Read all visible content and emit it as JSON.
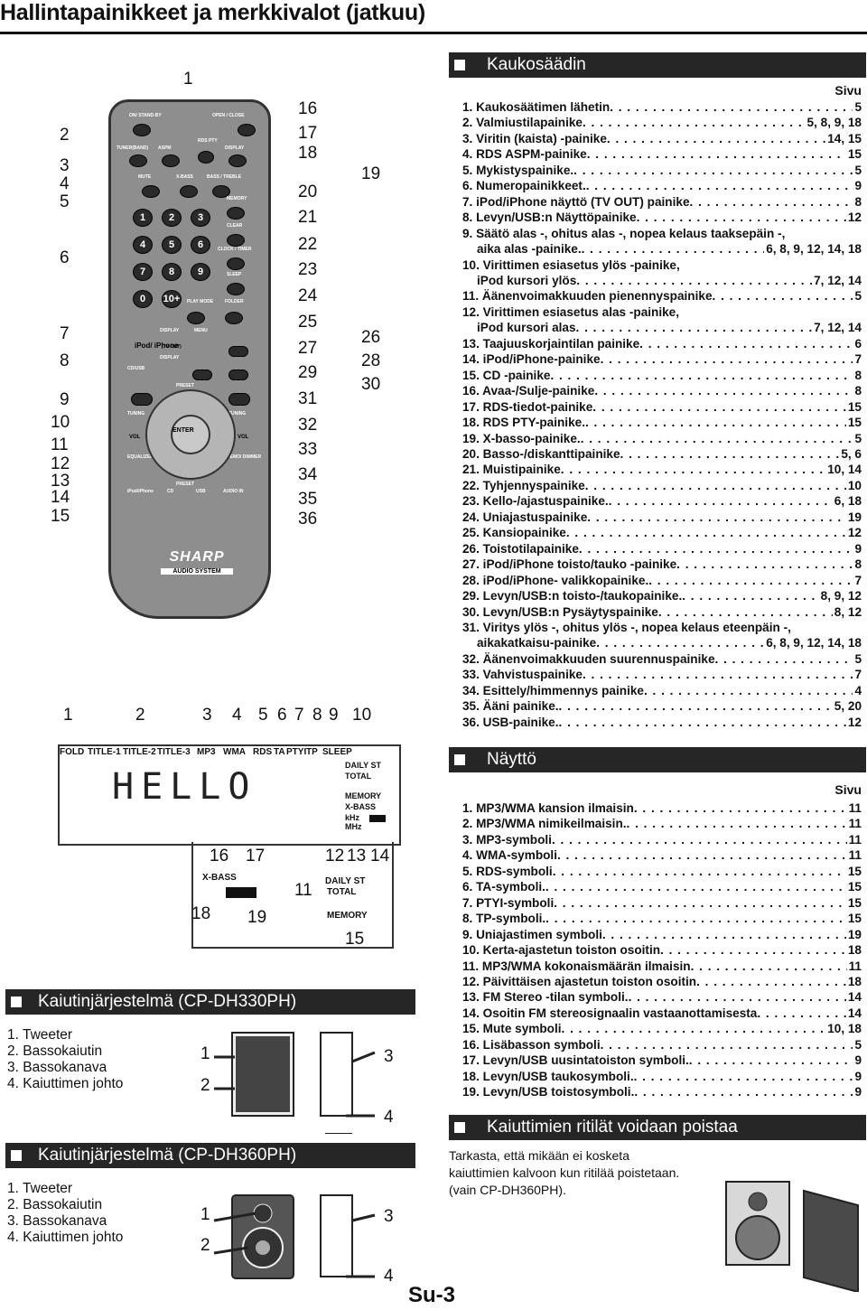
{
  "page_title": "Hallintapainikkeet ja merkkivalot (jatkuu)",
  "footer": "Su-3",
  "remote": {
    "brand": "SHARP",
    "brand_sub": "AUDIO SYSTEM",
    "button_labels": [
      "ON/ STAND-BY",
      "OPEN / CLOSE",
      "RDS PTY",
      "TUNER(BAND)",
      "ASPM",
      "DISPLAY",
      "MUTE",
      "X-BASS",
      "BASS / TREBLE",
      "MEMORY",
      "CLEAR",
      "CLOCK / TIMER",
      "SLEEP",
      "PLAY MODE",
      "FOLDER",
      "DISPLAY",
      "MENU",
      "iPod/ iPhone",
      "(TV OUT)",
      "DISPLAY",
      "CD/USB",
      "PRESET",
      "TUNING",
      "TUNING",
      "VOL",
      "ENTER",
      "VOL",
      "EQUALIZER MODE",
      "DEMO/ DIMMER",
      "PRESET",
      "iPod/iPhone",
      "CD",
      "USB",
      "AUDIO IN"
    ],
    "number_keys": [
      "1",
      "2",
      "3",
      "4",
      "5",
      "6",
      "7",
      "8",
      "9",
      "0",
      "10+"
    ],
    "callouts_top": "1",
    "callouts_left": [
      "2",
      "3",
      "4",
      "5",
      "6",
      "7",
      "8",
      "9",
      "10",
      "11",
      "12",
      "13",
      "14",
      "15"
    ],
    "callouts_right": [
      "16",
      "17",
      "18",
      "20",
      "21",
      "22",
      "23",
      "24",
      "25",
      "27",
      "29",
      "31",
      "32",
      "33",
      "34",
      "35",
      "36"
    ],
    "callouts_far": [
      "19",
      "26",
      "28",
      "30"
    ]
  },
  "display": {
    "callouts_top": [
      "1",
      "2",
      "3",
      "4",
      "5",
      "6",
      "7",
      "8",
      "9",
      "10"
    ],
    "indicators": [
      "FOLD",
      "TITLE-1",
      "TITLE-2",
      "TITLE-3",
      "MP3",
      "WMA",
      "RDS",
      "TA",
      "PTYI",
      "TP",
      "SLEEP"
    ],
    "right_labels": [
      "DAILY ST",
      "TOTAL",
      "MEMORY",
      "X-BASS",
      "kHz",
      "MHz"
    ],
    "lcd_text": "HELLO",
    "callouts_bottom": [
      "16",
      "17",
      "12",
      "13",
      "14",
      "18",
      "19",
      "11",
      "15"
    ],
    "detail_labels": [
      "X-BASS",
      "DAILY ST",
      "TOTAL",
      "MEMORY"
    ]
  },
  "kaukosaadin": {
    "heading": "Kaukosäädin",
    "sivu": "Sivu",
    "items": [
      {
        "label": "1. Kaukosäätimen lähetin",
        "page": "5"
      },
      {
        "label": "2. Valmiustilapainike",
        "page": "5, 8, 9, 18"
      },
      {
        "label": "3. Viritin (kaista) -painike",
        "page": "14, 15"
      },
      {
        "label": "4. RDS ASPM-painike",
        "page": "15"
      },
      {
        "label": "5. Mykistyspainike.",
        "page": "5"
      },
      {
        "label": "6. Numeropainikkeet.",
        "page": "9"
      },
      {
        "label": "7. iPod/iPhone näyttö (TV OUT) painike",
        "page": "8"
      },
      {
        "label": "8. Levyn/USB:n Näyttöpainike",
        "page": "12"
      },
      {
        "label": "9. Säätö alas -, ohitus alas -, nopea kelaus taaksepäin -,",
        "cont": "aika alas -painike.",
        "page": "6, 8, 9, 12, 14, 18"
      },
      {
        "label": "10. Virittimen esiasetus ylös -painike,",
        "cont": "iPod kursori ylös",
        "page": "7, 12, 14"
      },
      {
        "label": "11. Äänenvoimakkuuden pienennyspainike",
        "page": "5"
      },
      {
        "label": "12. Virittimen esiasetus alas -painike,",
        "cont": "iPod kursori alas",
        "page": "7, 12, 14"
      },
      {
        "label": "13. Taajuuskorjaintilan painike",
        "page": "6"
      },
      {
        "label": "14. iPod/iPhone-painike",
        "page": "7"
      },
      {
        "label": "15. CD -painike",
        "page": "8"
      },
      {
        "label": "16. Avaa-/Sulje-painike",
        "page": "8"
      },
      {
        "label": "17. RDS-tiedot-painike",
        "page": "15"
      },
      {
        "label": "18. RDS PTY-painike.",
        "page": "15"
      },
      {
        "label": "19. X-basso-painike.",
        "page": "5"
      },
      {
        "label": "20. Basso-/diskanttipainike",
        "page": "5, 6"
      },
      {
        "label": "21. Muistipainike",
        "page": "10, 14"
      },
      {
        "label": "22. Tyhjennyspainike",
        "page": "10"
      },
      {
        "label": "23. Kello-/ajastuspainike.",
        "page": "6, 18"
      },
      {
        "label": "24. Uniajastuspainike",
        "page": "19"
      },
      {
        "label": "25. Kansiopainike",
        "page": "12"
      },
      {
        "label": "26. Toistotilapainike",
        "page": "9"
      },
      {
        "label": "27. iPod/iPhone toisto/tauko -painike",
        "page": "8"
      },
      {
        "label": "28. iPod/iPhone- valikkopainike.",
        "page": "7"
      },
      {
        "label": "29. Levyn/USB:n toisto-/taukopainike.",
        "page": "8, 9, 12"
      },
      {
        "label": "30. Levyn/USB:n Pysäytyspainike",
        "page": "8, 12"
      },
      {
        "label": "31. Viritys ylös -, ohitus ylös -, nopea kelaus eteenpäin -,",
        "cont": "aikakatkaisu-painike",
        "page": "6, 8, 9, 12, 14, 18"
      },
      {
        "label": "32. Äänenvoimakkuuden suurennuspainike",
        "page": "5"
      },
      {
        "label": "33. Vahvistuspainike",
        "page": "7"
      },
      {
        "label": "34. Esittely/himmennys painike",
        "page": "4"
      },
      {
        "label": "35. Ääni painike.",
        "page": "5, 20"
      },
      {
        "label": "36. USB-painike.",
        "page": "12"
      }
    ]
  },
  "naytto": {
    "heading": "Näyttö",
    "sivu": "Sivu",
    "items": [
      {
        "label": "1. MP3/WMA kansion ilmaisin",
        "page": "11"
      },
      {
        "label": "2. MP3/WMA nimikeilmaisin.",
        "page": "11"
      },
      {
        "label": "3. MP3-symboli",
        "page": "11"
      },
      {
        "label": "4. WMA-symboli",
        "page": "11"
      },
      {
        "label": "5. RDS-symboli",
        "page": "15"
      },
      {
        "label": "6. TA-symboli.",
        "page": "15"
      },
      {
        "label": "7. PTYI-symboli",
        "page": "15"
      },
      {
        "label": "8. TP-symboli.",
        "page": "15"
      },
      {
        "label": "9. Uniajastimen symboli",
        "page": "19"
      },
      {
        "label": "10. Kerta-ajastetun toiston osoitin",
        "page": "18"
      },
      {
        "label": "11. MP3/WMA kokonaismäärän ilmaisin",
        "page": "11"
      },
      {
        "label": "12. Päivittäisen ajastetun toiston osoitin",
        "page": "18"
      },
      {
        "label": "13. FM Stereo -tilan symboli.",
        "page": "14"
      },
      {
        "label": "14. Osoitin FM stereosignaalin vastaanottamisesta",
        "page": "14"
      },
      {
        "label": "15. Mute symboli",
        "page": "10, 18"
      },
      {
        "label": "16. Lisäbasson symboli",
        "page": "5"
      },
      {
        "label": "17. Levyn/USB uusintatoiston symboli.",
        "page": "9"
      },
      {
        "label": "18. Levyn/USB taukosymboli.",
        "page": "9"
      },
      {
        "label": "19. Levyn/USB toistosymboli.",
        "page": "9"
      }
    ]
  },
  "ritila": {
    "heading": "Kaiuttimien ritilät voidaan poistaa",
    "lines": [
      "Tarkasta, että mikään ei kosketa",
      "kaiuttimien kalvoon kun ritilää poistetaan.",
      "(vain CP-DH360PH)."
    ]
  },
  "spk330": {
    "heading": "Kaiutinjärjestelmä (CP-DH330PH)",
    "items": [
      "1. Tweeter",
      "2. Bassokaiutin",
      "3. Bassokanava",
      "4. Kaiuttimen johto"
    ],
    "callouts": [
      "1",
      "2",
      "3",
      "4"
    ]
  },
  "spk360": {
    "heading": "Kaiutinjärjestelmä (CP-DH360PH)",
    "items": [
      "1. Tweeter",
      "2. Bassokaiutin",
      "3. Bassokanava",
      "4. Kaiuttimen johto"
    ],
    "callouts": [
      "1",
      "2",
      "3",
      "4"
    ]
  }
}
